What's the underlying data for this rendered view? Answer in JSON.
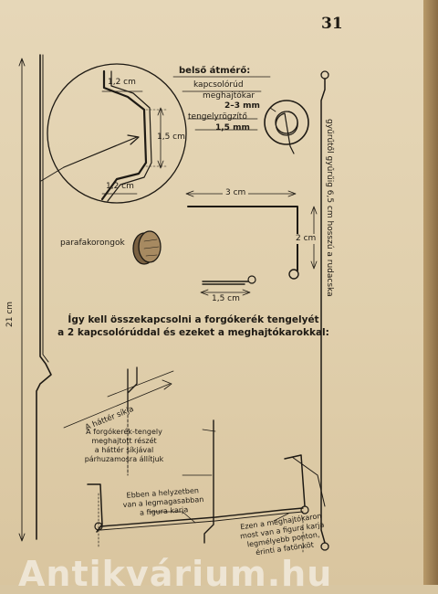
{
  "page_number": "31",
  "labels": {
    "inner_diameter": "belső átmérő:",
    "coupling_rod": "kapcsolórúd",
    "drive_arms": "meghajtókar",
    "mm_2_3": "2–3 mm",
    "axle_holder": "tengelyrögzítő",
    "mm_1_5": "1,5 mm",
    "dim_1_2_top": "1,2 cm",
    "dim_1_5": "1,5 cm",
    "dim_1_2_bottom": "1,2 cm",
    "dim_3cm": "3 cm",
    "dim_2cm": "2 cm",
    "dim_1_5_small": "1,5 cm",
    "cork_discs": "parafakorongok",
    "dim_21cm": "21 cm",
    "vertical_note": "gyűrűtől gyűrűig 6,5 cm hosszú a rudacska",
    "caption_line1": "Így kell összekapcsolni a forgókerék tengelyét",
    "caption_line2": "a 2 kapcsolórúddal és ezeket a meghajtókarokkal:",
    "background_plane": "A háttér síkja",
    "note_axle": [
      "A forgókerék-tengely",
      "meghajtott részét",
      "a háttér síkjával",
      "párhuzamosra állítjuk"
    ],
    "note_figure_up": [
      "Ebben a helyzetben",
      "van a legmagasabban",
      "a figura karja"
    ],
    "note_figure_low": [
      "Ezen a meghajtókaron",
      "most van a figura karja",
      "legmélyebb ponton,",
      "érinti a fatönköt"
    ]
  },
  "watermark": "Antikvárium.hu"
}
